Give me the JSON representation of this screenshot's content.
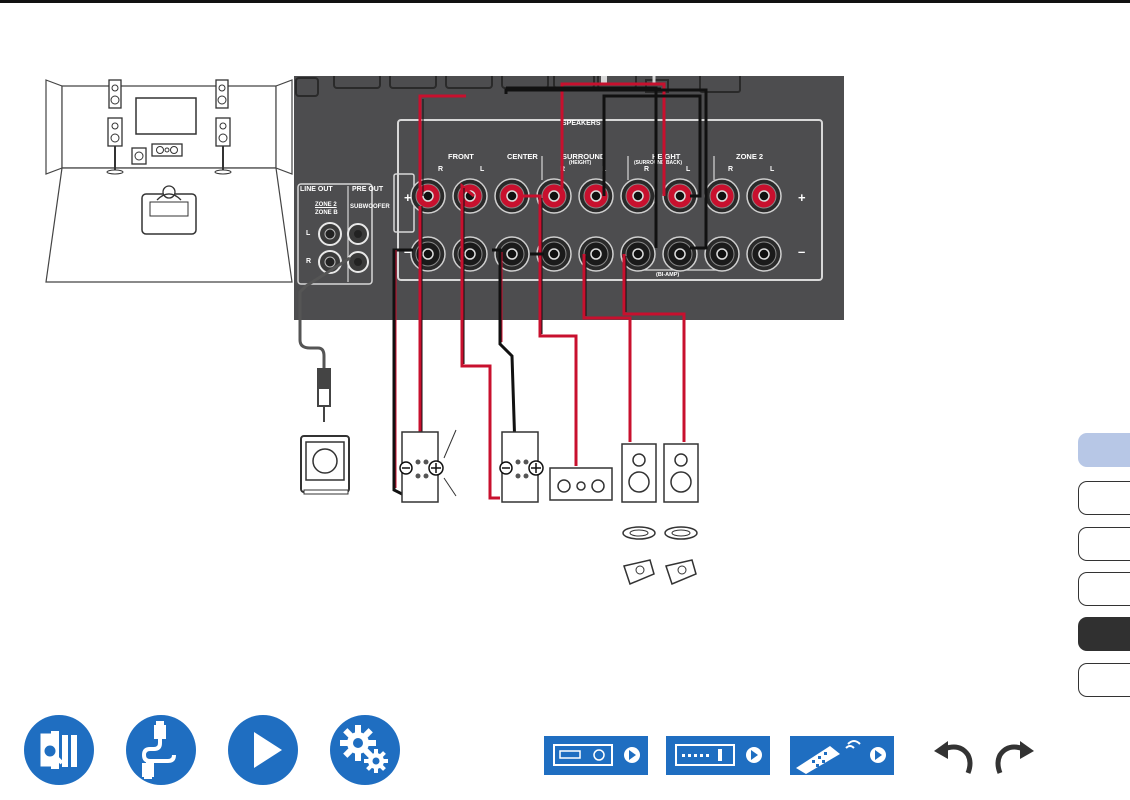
{
  "colors": {
    "accent_blue": "#1f6ec1",
    "panel_gray": "#4d4d4f",
    "wire_red": "#c8102e",
    "tab_active": "#b7c7e6",
    "tab_dark": "#303030"
  },
  "panel": {
    "speakers_title": "SPEAKERS",
    "line_out": "LINE OUT",
    "pre_out": "PRE OUT",
    "zone2_zoneb_1": "ZONE 2",
    "zone2_zoneb_2": "ZONE B",
    "subwoofer": "SUBWOOFER",
    "rca_l": "L",
    "rca_r": "R",
    "front": "FRONT",
    "center": "CENTER",
    "surround": "SURROUND",
    "surround_sub": "(HEIGHT)",
    "height": "HEIGHT",
    "height_sub": "(SURROUND BACK)",
    "zone2": "ZONE 2",
    "bi_amp": "(BI-AMP)",
    "plus": "+",
    "minus": "–",
    "channel_r": "R",
    "channel_l": "L"
  },
  "side_tabs": [
    {
      "name": "side-tab-1",
      "state": "active"
    },
    {
      "name": "side-tab-2",
      "state": "normal"
    },
    {
      "name": "side-tab-3",
      "state": "normal"
    },
    {
      "name": "side-tab-4",
      "state": "normal"
    },
    {
      "name": "side-tab-5",
      "state": "dark"
    },
    {
      "name": "side-tab-6",
      "state": "normal"
    }
  ],
  "bottom_nav": {
    "icons": [
      "manual-book-icon",
      "cable-connection-icon",
      "play-icon",
      "settings-gears-icon",
      "front-panel-icon",
      "rear-panel-icon",
      "remote-control-icon",
      "back-arrow-icon",
      "forward-arrow-icon"
    ]
  }
}
